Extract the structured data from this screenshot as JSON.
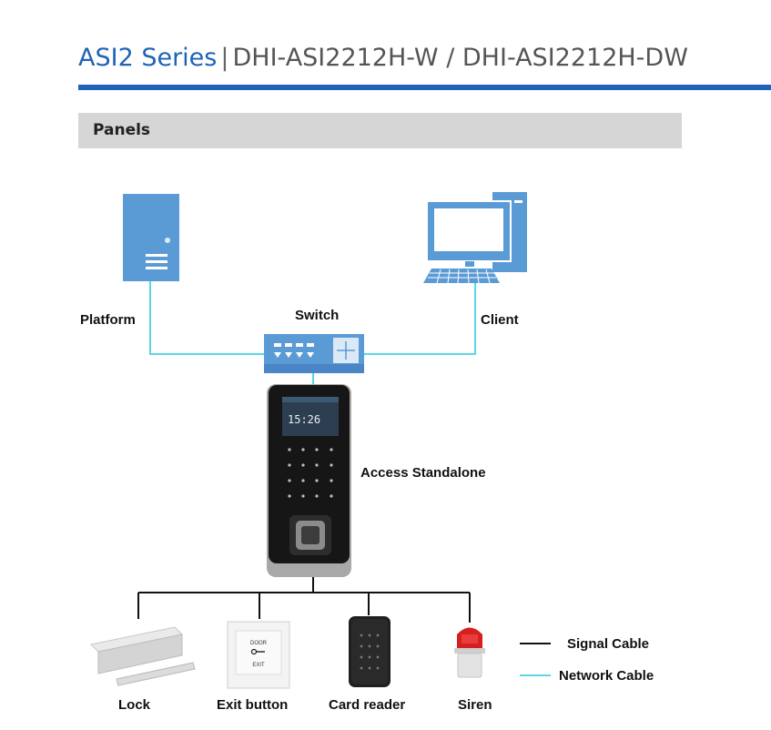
{
  "header": {
    "series": "ASI2 Series",
    "separator": "|",
    "model": "DHI-ASI2212H-W / DHI-ASI2212H-DW"
  },
  "section": {
    "title": "Panels"
  },
  "diagram": {
    "nodes": {
      "platform": "Platform",
      "switch": "Switch",
      "client": "Client",
      "device": "Access Standalone",
      "lock": "Lock",
      "exit_button": "Exit button",
      "card_reader": "Card reader",
      "siren": "Siren"
    },
    "device_screen_time": "15:26",
    "exit_plate": {
      "top": "DOOR",
      "bottom": "EXIT"
    },
    "legend": {
      "signal_cable": "Signal Cable",
      "network_cable": "Network Cable"
    },
    "colors": {
      "accent": "#1f63b6",
      "icon_blue": "#5b9bd5",
      "network_cable": "#5ad7e6",
      "signal_cable": "#111111"
    }
  }
}
